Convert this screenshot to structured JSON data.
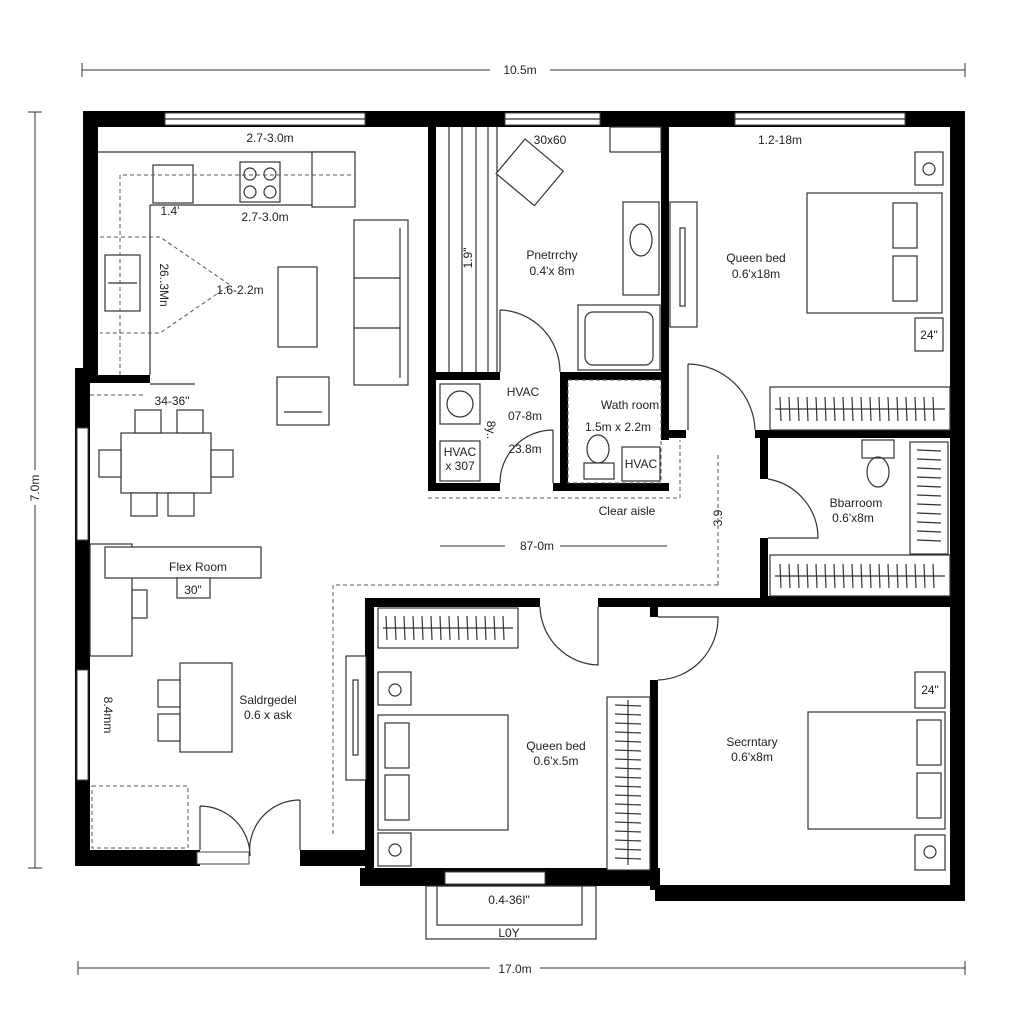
{
  "dimensions": {
    "top": "10.5m",
    "bottom": "17.0m",
    "left": "7.0m",
    "hallway": "87-0m",
    "hall_vertical": "3.9"
  },
  "rooms": {
    "kitchen": {
      "top_dim": "2.7-3.0m",
      "counter_dim": "2.7-3.0m",
      "small_dim": "1.4'",
      "side_dim": "26..3Mn",
      "triangle_dim": "1.6-2.2m"
    },
    "dining": {
      "clearance": "34-36\""
    },
    "pantry": {
      "name": "Pnetrrchy",
      "size": "0.4'x 8m",
      "chair_dim": "30x60",
      "shelf_dim": "1.9\""
    },
    "utility": {
      "hvac_label": "HVAC",
      "dim1": "07-8m",
      "dim2": "23.8m",
      "hvac_box": "HVAC",
      "hvac_box_size": "x 307",
      "side_dim": "8y.."
    },
    "wash_room": {
      "name": "Wath room",
      "size": "1.5m x 2.2m",
      "hvac": "HVAC"
    },
    "clear_aisle": "Clear aisle",
    "primary_bedroom": {
      "name": "Queen bed",
      "size": "0.6'x18m",
      "top_dim": "1.2-18m",
      "nightstand": "24\""
    },
    "bathroom": {
      "name": "Bbarroom",
      "size": "0.6'x8m"
    },
    "flex_room": {
      "name": "Flex Room",
      "desk_dim": "30\""
    },
    "study": {
      "name": "Saldrgedel",
      "size": "0.6 x ask",
      "side_dim": "8.4mm"
    },
    "bedroom2": {
      "name": "Queen bed",
      "size": "0.6'x.5m"
    },
    "secondary": {
      "name": "Secrntary",
      "size": "0.6'x8m",
      "nightstand": "24\""
    },
    "balcony": {
      "dim": "0.4-36I\"",
      "label": "L0Y"
    }
  }
}
